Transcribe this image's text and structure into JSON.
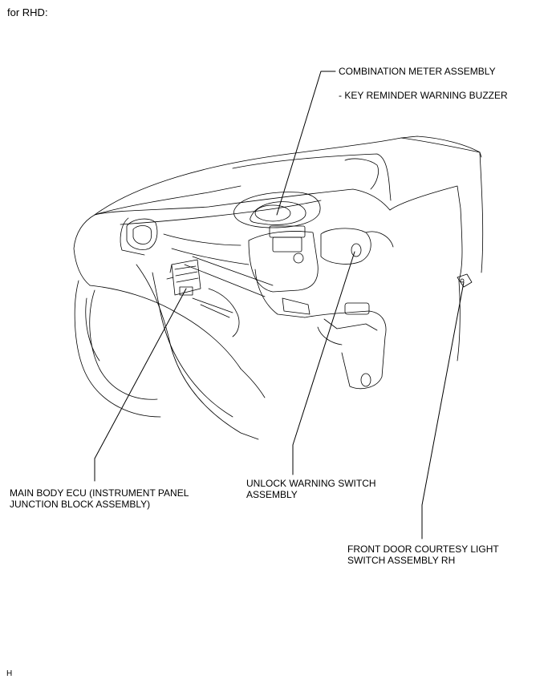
{
  "header": {
    "title": "for RHD:"
  },
  "callouts": {
    "combination_meter": "COMBINATION METER ASSEMBLY",
    "key_reminder_buzzer": "- KEY REMINDER WARNING BUZZER",
    "main_body_ecu_line1": "MAIN BODY ECU (INSTRUMENT PANEL",
    "main_body_ecu_line2": "JUNCTION BLOCK ASSEMBLY)",
    "unlock_switch_line1": "UNLOCK WARNING SWITCH",
    "unlock_switch_line2": "ASSEMBLY",
    "door_courtesy_line1": "FRONT DOOR COURTESY LIGHT",
    "door_courtesy_line2": "SWITCH ASSEMBLY RH"
  },
  "footer": {
    "code": "H"
  },
  "colors": {
    "line": "#000000",
    "background": "#ffffff"
  }
}
